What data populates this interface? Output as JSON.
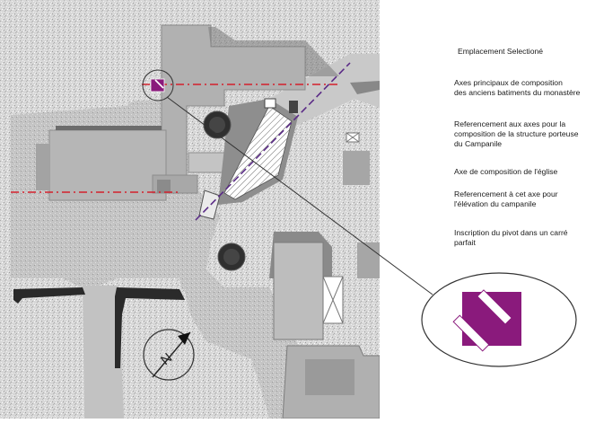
{
  "legend": {
    "selected_location": "Emplacement Selectioné",
    "main_axes": [
      "Axes principaux de composition",
      "des anciens batiments du monastère"
    ],
    "campanile_structure_ref": [
      "Referencement aux axes pour la",
      "composition de la structure porteuse",
      "du Campanile"
    ],
    "church_axis": [
      "Axe de composition de l'église"
    ],
    "elevation_ref": [
      "Referencement à cet axe pour",
      "l'élévation du campanile"
    ],
    "pivot_square": [
      "Inscription du pivot dans un carré",
      "parfait"
    ]
  },
  "north_arrow": {
    "label": "N"
  },
  "colors": {
    "axis_red": "#d4202c",
    "axis_purple": "#5a2a86",
    "selection_magenta": "#8a1a7c",
    "building_gray": "#b3b3b3",
    "roof_dark": "#6a6a6a",
    "ground_speckle": "#d9d9d9"
  }
}
